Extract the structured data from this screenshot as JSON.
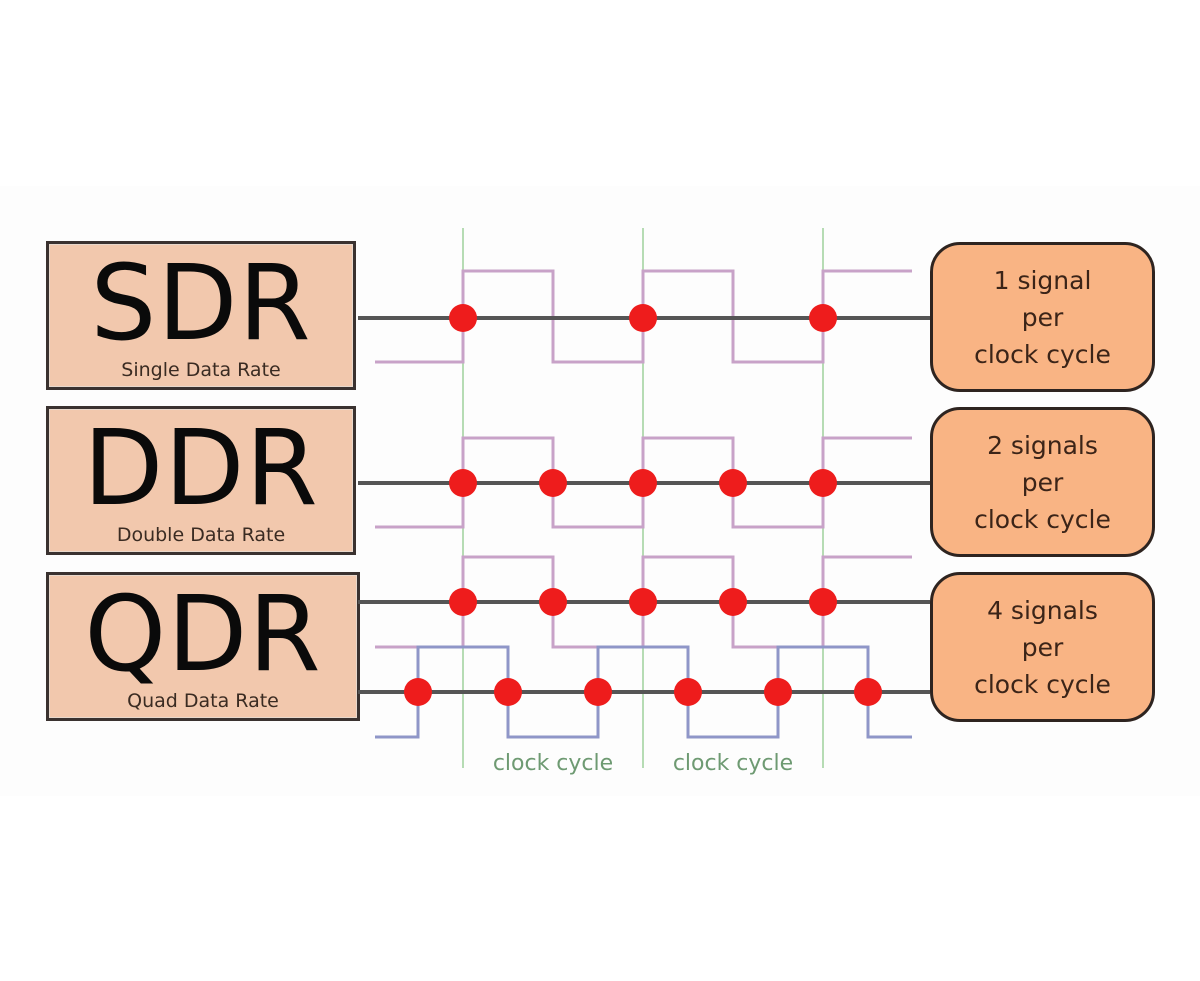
{
  "title": "SDR vs DDR vs QDR signaling",
  "colors": {
    "rate_box_fill": "#f2c8ad",
    "signal_box_fill": "#f9b484",
    "data_line": "#555555",
    "clock_line": "#b6dcb4",
    "wave_primary": "#c8a2c8",
    "wave_secondary": "#8f96c8",
    "sample_dot": "#ee1c1c",
    "clock_label": "#6e9a72"
  },
  "rows": [
    {
      "id": "sdr",
      "abbr": "SDR",
      "full_name": "Single Data Rate",
      "signal_text": [
        "1 signal",
        "per",
        "clock cycle"
      ],
      "samples_per_cycle": 1
    },
    {
      "id": "ddr",
      "abbr": "DDR",
      "full_name": "Double Data Rate",
      "signal_text": [
        "2 signals",
        "per",
        "clock cycle"
      ],
      "samples_per_cycle": 2
    },
    {
      "id": "qdr",
      "abbr": "QDR",
      "full_name": "Quad Data Rate",
      "signal_text": [
        "4 signals",
        "per",
        "clock cycle"
      ],
      "samples_per_cycle": 4
    }
  ],
  "clock": {
    "edges": 3,
    "labels": [
      "clock cycle",
      "clock cycle"
    ]
  }
}
